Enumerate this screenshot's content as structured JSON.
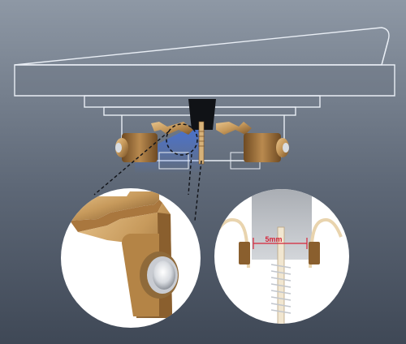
{
  "illustration": {
    "colors": {
      "background_top": "#8e98a5",
      "background_bottom": "#3f4856",
      "outline": "#e9eef5",
      "brass": "#c79a5c",
      "brass_dark": "#7a5328",
      "accent_blue": "#3f6fe0",
      "dimension_red": "#d6253a",
      "circle_fill": "#ffffff"
    },
    "callout_right": {
      "dimension_label": "5mm"
    },
    "components": [
      "pedal-housing-outline",
      "mounting-base",
      "black-actuator",
      "brass-contact-left",
      "brass-contact-right",
      "center-pin",
      "spring"
    ]
  }
}
